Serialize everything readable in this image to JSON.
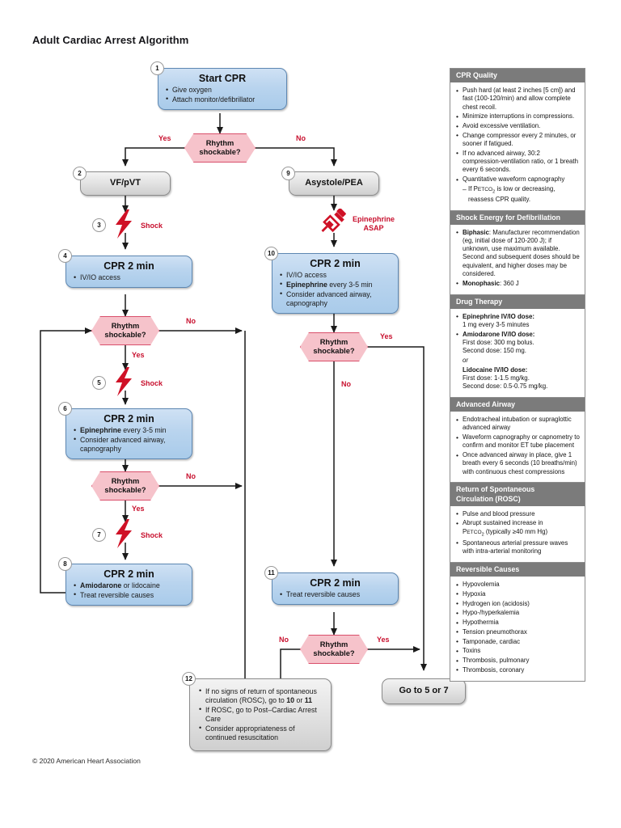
{
  "title": "Adult Cardiac Arrest Algorithm",
  "footer": "© 2020 American Heart Association",
  "colors": {
    "box_blue": "#b9d4ee",
    "box_blue_border": "#5d87b2",
    "box_gray": "#e2e2e2",
    "hex_pink": "#f6c3cb",
    "hex_border": "#d94f6b",
    "red_accent": "#c8102e",
    "icon_red": "#cf1126",
    "panel_header_gray": "#7b7b7b"
  },
  "flow": {
    "decision_text": "Rhythm shockable?",
    "labels": {
      "yes": "Yes",
      "no": "No",
      "shock": "Shock",
      "epi_1": "Epinephrine",
      "epi_2": "ASAP"
    },
    "nodes": {
      "n1": {
        "number": "1",
        "title": "Start CPR",
        "items": [
          "Give oxygen",
          "Attach monitor/defibrillator"
        ]
      },
      "n2": {
        "number": "2",
        "title": "VF/pVT"
      },
      "n3": {
        "number": "3",
        "icon": "lightning-bolt-icon",
        "label": "Shock"
      },
      "n4": {
        "number": "4",
        "title": "CPR 2 min",
        "items": [
          "IV/IO access"
        ]
      },
      "n5": {
        "number": "5",
        "icon": "lightning-bolt-icon",
        "label": "Shock"
      },
      "n6": {
        "number": "6",
        "title": "CPR 2 min",
        "items": [
          {
            "b": "Epinephrine",
            "t": " every 3-5 min"
          },
          {
            "t": "Consider advanced airway, capnography"
          }
        ]
      },
      "n7": {
        "number": "7",
        "icon": "lightning-bolt-icon",
        "label": "Shock"
      },
      "n8": {
        "number": "8",
        "title": "CPR 2 min",
        "items": [
          {
            "b": "Amiodarone",
            "t": " or lidocaine"
          },
          {
            "t": "Treat reversible causes"
          }
        ]
      },
      "n9": {
        "number": "9",
        "title": "Asystole/PEA"
      },
      "n10": {
        "number": "10",
        "title": "CPR 2 min",
        "items": [
          {
            "t": "IV/IO access"
          },
          {
            "b": "Epinephrine",
            "t": " every 3-5 min"
          },
          {
            "t": "Consider advanced airway, capnography"
          }
        ]
      },
      "n11": {
        "number": "11",
        "title": "CPR 2 min",
        "items": [
          {
            "t": "Treat reversible causes"
          }
        ]
      },
      "n12": {
        "number": "12",
        "items": [
          {
            "t": "If no signs of return of spontaneous circulation (ROSC), go to ",
            "b": "10",
            "t2": " or ",
            "b2": "11"
          },
          {
            "t": "If ROSC, go to Post–Cardiac Arrest Care"
          },
          {
            "t": "Consider appropriateness of continued resuscitation"
          }
        ]
      },
      "goto": {
        "title": "Go to 5 or 7"
      }
    }
  },
  "panels": {
    "cpr_quality": {
      "header": "CPR Quality",
      "items": [
        "Push hard (at least 2 inches [5 cm]) and fast (100-120/min) and allow complete chest recoil.",
        "Minimize interruptions in compressions.",
        "Avoid excessive ventilation.",
        "Change compressor every 2 minutes, or sooner if fatigued.",
        "If no advanced airway, 30:2 compression-ventilation ratio, or 1 breath every 6 seconds.",
        "Quantitative waveform capnography"
      ],
      "sub_sc": "ETCO",
      "sub_num": "2",
      "sub_rest": " is low or decreasing, reassess CPR quality."
    },
    "shock_energy": {
      "header": "Shock Energy for Defibrillation",
      "items": [
        {
          "b": "Biphasic",
          "t": ": Manufacturer recommendation (eg, initial dose of 120-200 J); if unknown, use maximum available. Second and subsequent doses should be equivalent, and higher doses may be considered."
        },
        {
          "b": "Monophasic",
          "t": ": 360 J"
        }
      ]
    },
    "drug_therapy": {
      "header": "Drug Therapy",
      "epi_label": "Epinephrine IV/IO dose:",
      "epi_dose": "1 mg every 3-5 minutes",
      "amio_label": "Amiodarone IV/IO dose:",
      "amio_first": "First dose: 300 mg bolus.",
      "amio_second": "Second dose: 150 mg.",
      "or": "or",
      "lido_label": "Lidocaine IV/IO dose:",
      "lido_first": "First dose: 1-1.5 mg/kg.",
      "lido_second": "Second dose: 0.5-0.75 mg/kg."
    },
    "advanced_airway": {
      "header": "Advanced Airway",
      "items": [
        "Endotracheal intubation or supraglottic advanced airway",
        "Waveform capnography or capnometry to confirm and monitor ET tube placement",
        "Once advanced airway in place, give 1 breath every 6 seconds (10 breaths/min) with continuous chest compressions"
      ]
    },
    "rosc": {
      "header_1": "Return of Spontaneous",
      "header_2": "Circulation (ROSC)",
      "items": [
        "Pulse and blood pressure",
        "Abrupt sustained increase in PETCO2 (typically ≥40 mm Hg)",
        "Spontaneous arterial pressure waves with intra-arterial monitoring"
      ],
      "item1_pre": "Abrupt sustained increase in",
      "item1_sc": "ETCO",
      "item1_sub": "2",
      "item1_post": " (typically ≥40 mm Hg)"
    },
    "reversible": {
      "header": "Reversible Causes",
      "items": [
        "Hypovolemia",
        "Hypoxia",
        "Hydrogen ion (acidosis)",
        "Hypo-/hyperkalemia",
        "Hypothermia",
        "Tension pneumothorax",
        "Tamponade, cardiac",
        "Toxins",
        "Thrombosis, pulmonary",
        "Thrombosis, coronary"
      ]
    }
  }
}
